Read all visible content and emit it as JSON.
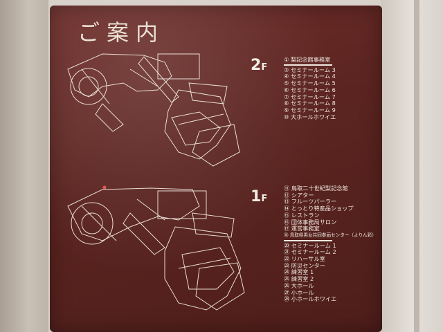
{
  "title": "ご案内",
  "floors": [
    {
      "floor_number": "2",
      "floor_suffix": "F",
      "rooms": [
        "① 梨記念館事務室",
        "③ セミナールーム 3",
        "④ セミナールーム 4",
        "⑤ セミナールーム 5",
        "⑥ セミナールーム 6",
        "⑦ セミナールーム 7",
        "⑧ セミナールーム 8",
        "⑨ セミナールーム 9",
        "⑩ 大ホールホワイエ"
      ]
    },
    {
      "floor_number": "1",
      "floor_suffix": "F",
      "rooms": [
        "⑪ 鳥取二十世紀梨記念館",
        "⑫ シアター",
        "⑬ フルーツパーラー",
        "⑭ とっとり特産品ショップ",
        "⑮ レストラン",
        "⑯ 団体事務局サロン",
        "⑰ 運営事務室",
        "⑱ 鳥取県男女共同参画センター（よりん彩）",
        "⑳ セミナールーム 1",
        "㉑ セミナールーム 2",
        "㉒ リハーサル室",
        "㉓ 防災センター",
        "㉔ 練習室 1",
        "㉕ 練習室 2",
        "㉖ 大ホール",
        "㉗ 小ホール",
        "㉘ 小ホールホワイエ"
      ]
    }
  ]
}
